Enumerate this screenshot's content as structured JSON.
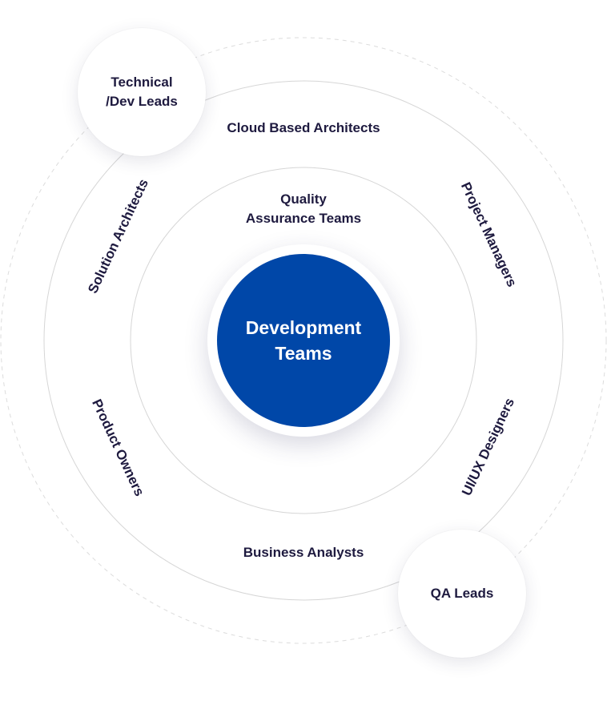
{
  "colors": {
    "center_fill": "#0047a8",
    "ring_stroke": "#d6d6d6",
    "text": "#1e1a3f"
  },
  "center": {
    "label": "Development\nTeams"
  },
  "inner_ring": {
    "top_label": "Quality\nAssurance Teams"
  },
  "middle_ring": {
    "top_label": "Cloud Based Architects",
    "bottom_label": "Business Analysts",
    "left_upper_label": "Solution Architects",
    "left_lower_label": "Product Owners",
    "right_upper_label": "Project Managers",
    "right_lower_label": "UI/UX Designers"
  },
  "outer_bubbles": {
    "top_left": "Technical\n/Dev Leads",
    "bottom_right": "QA Leads"
  }
}
